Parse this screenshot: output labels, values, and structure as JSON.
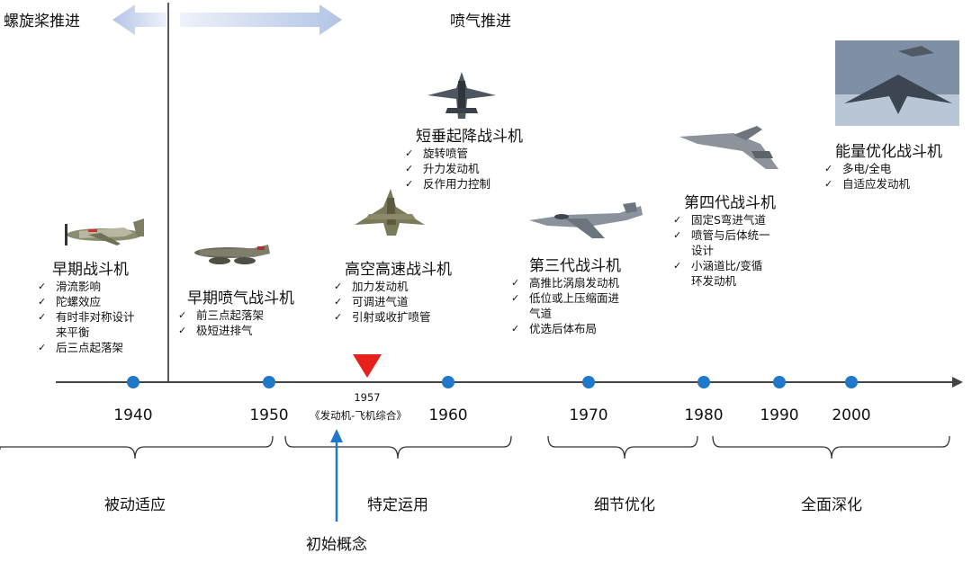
{
  "eras": {
    "propeller": "螺旋桨推进",
    "jet": "喷气推进"
  },
  "aircraft": [
    {
      "id": "early",
      "title": "早期战斗机",
      "features": [
        "滑流影响",
        "陀螺效应",
        "有时非对称设计\n来平衡",
        "后三点起落架"
      ],
      "icon": "propeller-fighter-icon"
    },
    {
      "id": "early-jet",
      "title": "早期喷气战斗机",
      "features": [
        "前三点起落架",
        "极短进排气"
      ],
      "icon": "early-jet-fighter-icon"
    },
    {
      "id": "high-speed",
      "title": "高空高速战斗机",
      "features": [
        "加力发动机",
        "可调进气道",
        "引射或收扩喷管"
      ],
      "icon": "high-speed-fighter-icon"
    },
    {
      "id": "vstol",
      "title": "短垂起降战斗机",
      "features": [
        "旋转喷管",
        "升力发动机",
        "反作用力控制"
      ],
      "icon": "vstol-fighter-icon"
    },
    {
      "id": "gen3",
      "title": "第三代战斗机",
      "features": [
        "高推比涡扇发动机",
        "低位或上压缩面进\n气道",
        "优选后体布局"
      ],
      "icon": "third-gen-fighter-icon"
    },
    {
      "id": "gen4",
      "title": "第四代战斗机",
      "features": [
        "固定S弯进气道",
        "喷管与后体统一\n设计",
        "小涵道比/变循\n环发动机"
      ],
      "icon": "fourth-gen-fighter-icon"
    },
    {
      "id": "energy",
      "title": "能量优化战斗机",
      "features": [
        "多电/全电",
        "自适应发动机"
      ],
      "icon": "energy-optimized-fighter-icon"
    }
  ],
  "years": [
    "1940",
    "1950",
    "1960",
    "1970",
    "1980",
    "1990",
    "2000"
  ],
  "marker": {
    "year": "1957",
    "label": "《发动机-飞机综合》"
  },
  "phases": [
    "被动适应",
    "特定运用",
    "细节优化",
    "全面深化"
  ],
  "concept": "初始概念",
  "colors": {
    "arrow": "#c3d1ea",
    "dot": "#1f78c8",
    "marker": "#e8201c",
    "axis": "#444444",
    "concept_arrow": "#1f78c8"
  }
}
